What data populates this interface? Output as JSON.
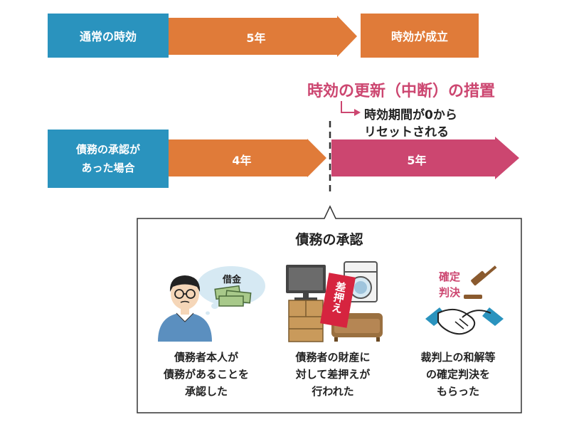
{
  "row1": {
    "start": "通常の時効",
    "duration": "5年",
    "end": "時効が成立"
  },
  "row2": {
    "start_line1": "債務の承認が",
    "start_line2": "あった場合",
    "duration_before": "4年",
    "duration_after": "5年",
    "measure_title": "時効の更新（中断）の措置",
    "reset_line1": "時効期間が0から",
    "reset_line2": "リセットされる"
  },
  "callout": {
    "title": "債務の承認",
    "items": [
      {
        "lines": [
          "債務者本人が",
          "債務があることを",
          "承認した"
        ],
        "tag": "借金"
      },
      {
        "lines": [
          "債務者の財産に",
          "対して差押えが",
          "行われた"
        ],
        "tag": "差押え"
      },
      {
        "lines": [
          "裁判上の和解等",
          "の確定判決を",
          "もらった"
        ],
        "tag": "確定判決"
      }
    ],
    "tag_judgment_line1": "確定",
    "tag_judgment_line2": "判決"
  },
  "colors": {
    "blue": "#2a93be",
    "orange": "#e07b39",
    "pink": "#cc4670"
  }
}
